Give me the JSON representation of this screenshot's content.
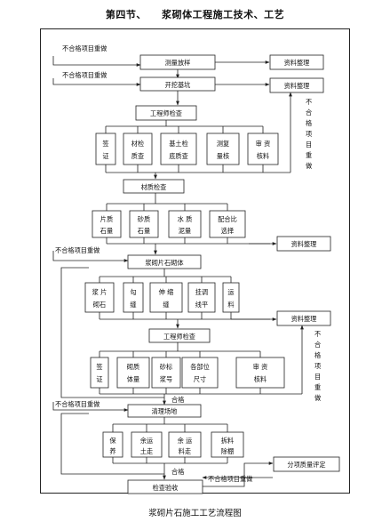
{
  "title": "第四节、    浆砌体工程施工技术、工艺",
  "caption": "浆砌片石施工工艺流程图",
  "labels": {
    "redo": "不合格项目重做",
    "pass": "合格",
    "redo_vertical": "不合格项目重做"
  },
  "nodes": {
    "measure": "测量放样",
    "excavate": "开挖基坑",
    "eng_check_1": "工程师检查",
    "material_check": "材质检查",
    "masonry": "浆砌片石砌体",
    "eng_check_2": "工程师检查",
    "site_clean": "清理场地",
    "acceptance": "检查验收",
    "docs_1": "资料整理",
    "docs_2": "资料整理",
    "docs_3": "资料整理",
    "docs_4": "资料整理",
    "quality_eval": "分项质量评定"
  },
  "group1": [
    {
      "l1": "签",
      "l2": "证"
    },
    {
      "l1": "材检",
      "l2": "质查"
    },
    {
      "l1": "基土检",
      "l2": "底质查"
    },
    {
      "l1": "测复",
      "l2": "量核"
    },
    {
      "l1": "审  资",
      "l2": "核料"
    }
  ],
  "group2": [
    {
      "l1": "片质",
      "l2": "石量"
    },
    {
      "l1": "砂质",
      "l2": "石量"
    },
    {
      "l1": "水  质",
      "l2": "泥量"
    },
    {
      "l1": "配合比",
      "l2": "选择"
    }
  ],
  "group3": [
    {
      "l1": "浆  片",
      "l2": "砌石"
    },
    {
      "l1": "勾",
      "l2": "缝"
    },
    {
      "l1": "伸  缩",
      "l2": "缝"
    },
    {
      "l1": "挂调",
      "l2": "线平"
    },
    {
      "l1": "运",
      "l2": "料"
    }
  ],
  "group4": [
    {
      "l1": "签",
      "l2": "证"
    },
    {
      "l1": "砌质",
      "l2": "体量"
    },
    {
      "l1": "砂标",
      "l2": "浆号"
    },
    {
      "l1": "各部位",
      "l2": "尺寸"
    },
    {
      "l1": "审  资",
      "l2": "核料"
    }
  ],
  "group5": [
    {
      "l1": "保",
      "l2": "养"
    },
    {
      "l1": "余运",
      "l2": "土走"
    },
    {
      "l1": "余  运",
      "l2": "料走"
    },
    {
      "l1": "拆料",
      "l2": "除棚"
    }
  ]
}
